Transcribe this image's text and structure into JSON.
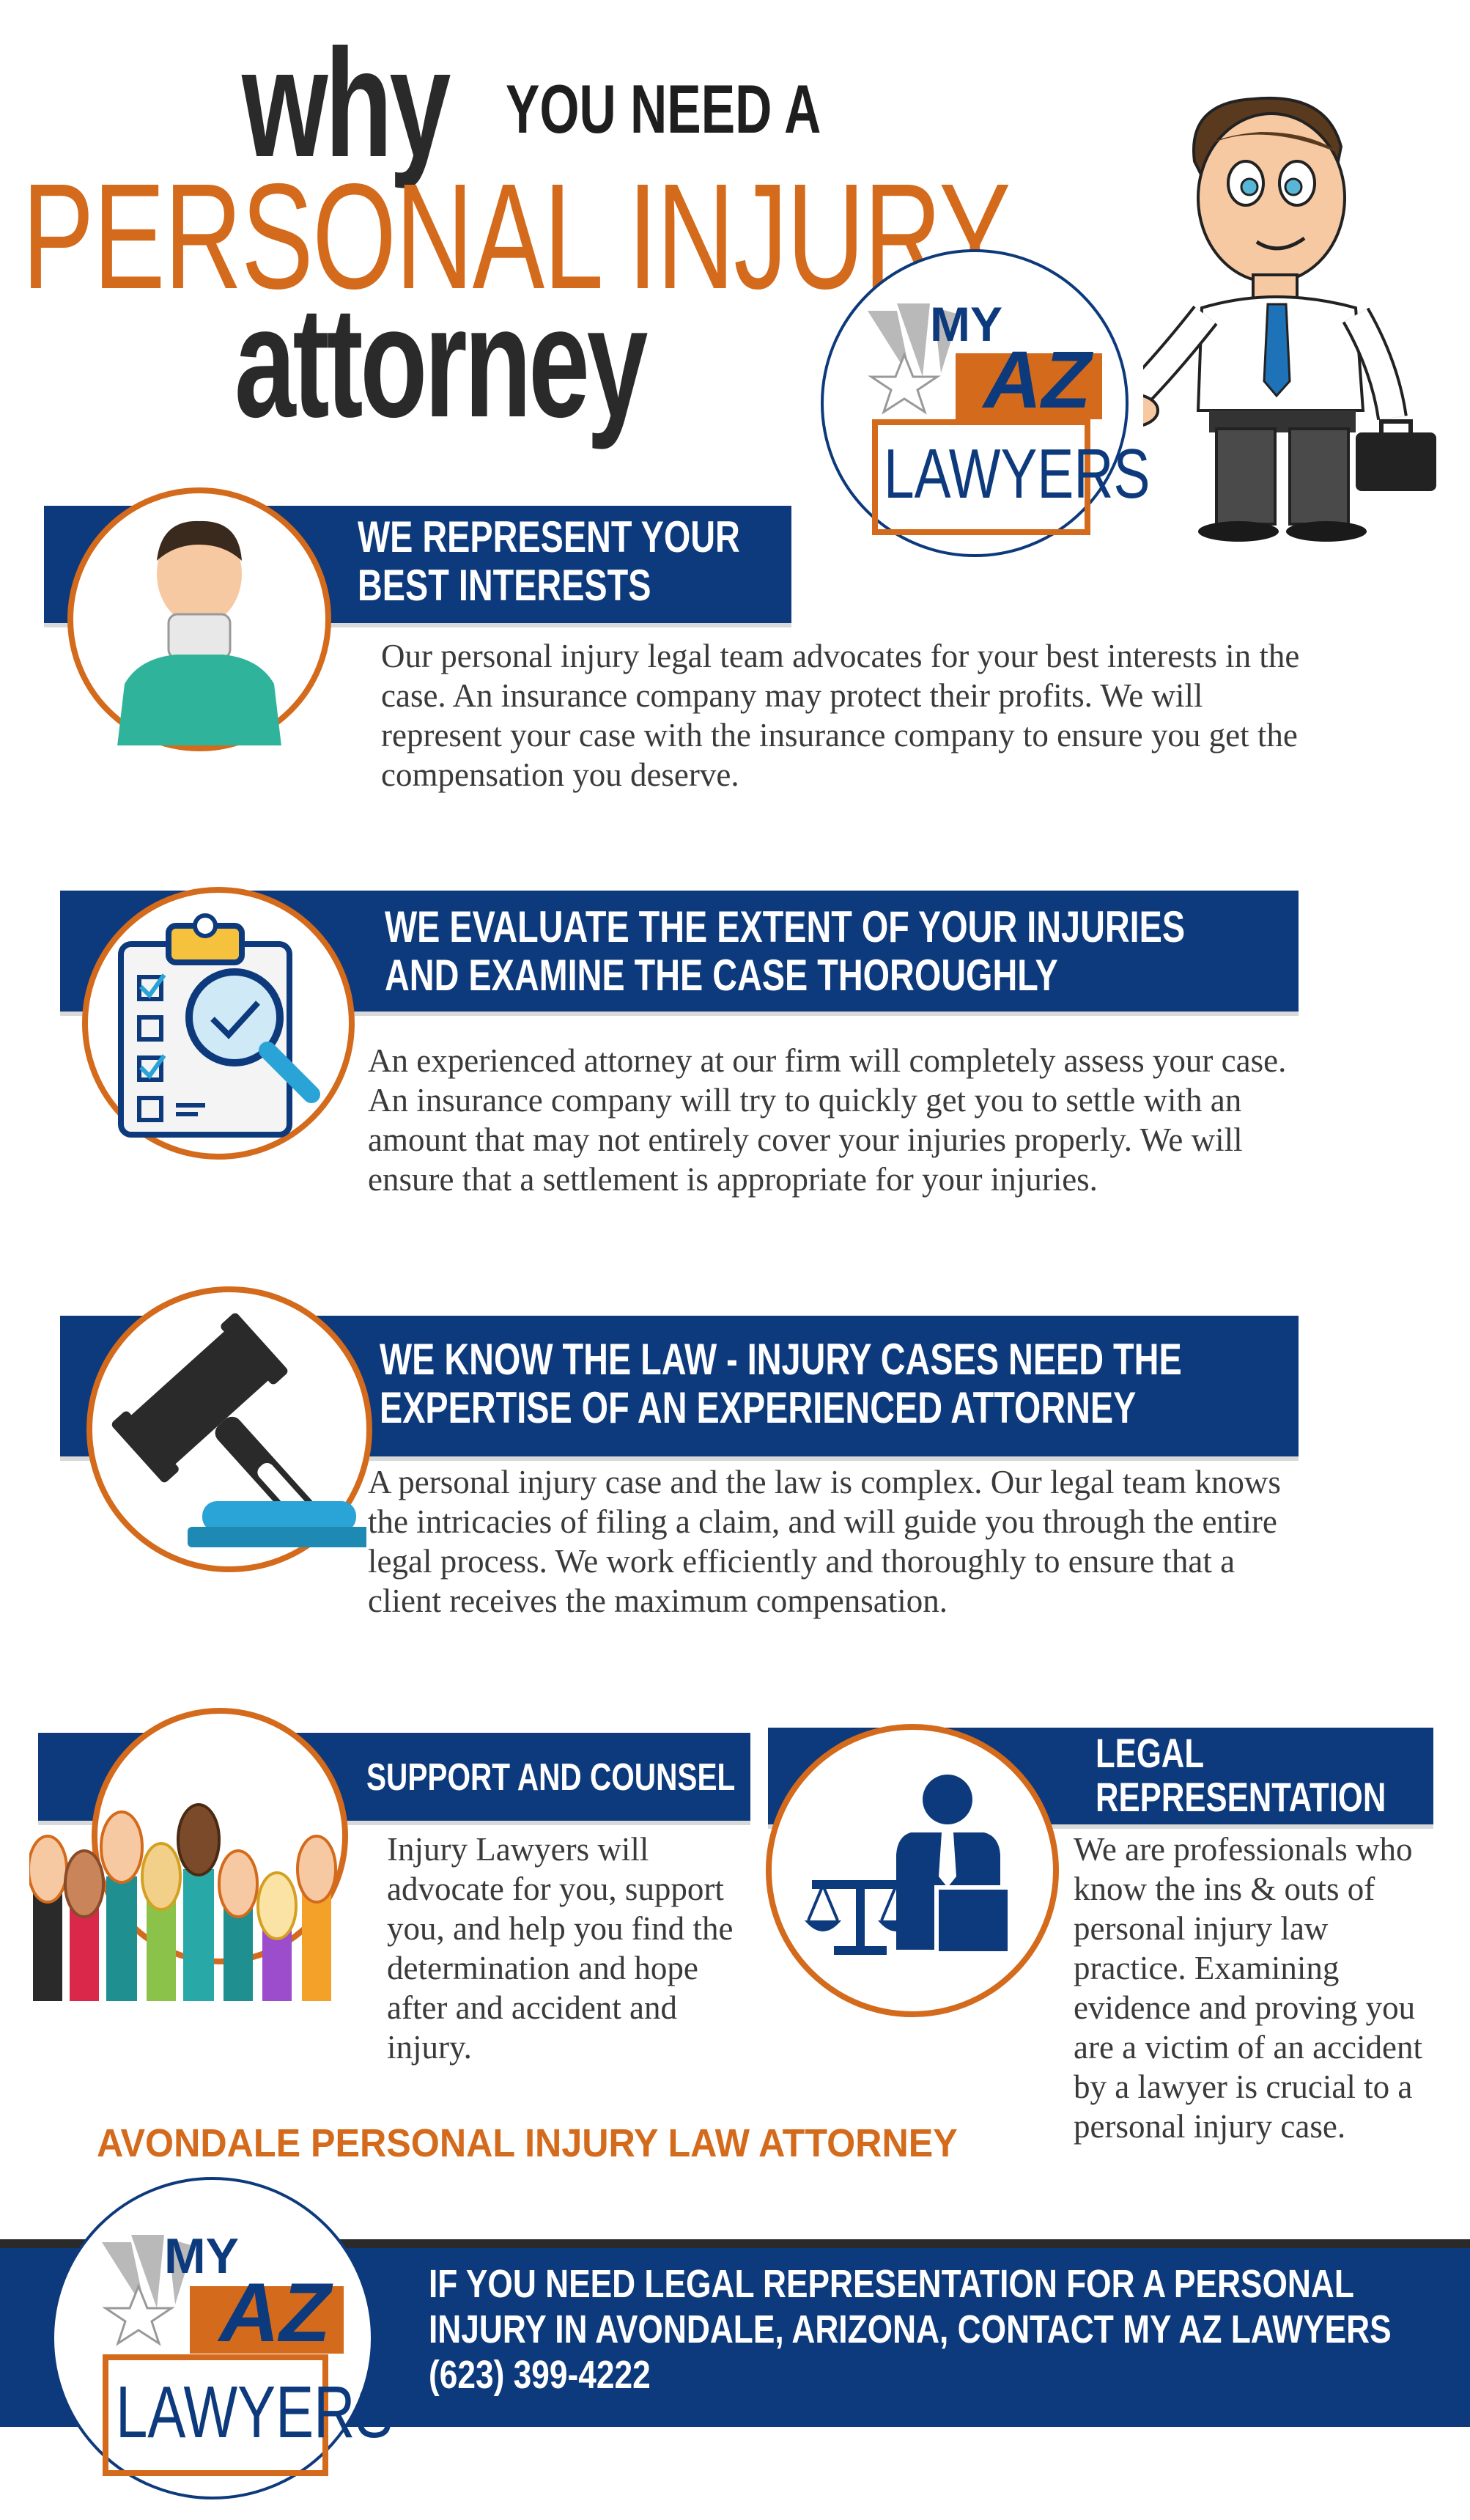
{
  "header": {
    "line1_big": "why",
    "line1_small": "YOU NEED A",
    "line2": "PERSONAL INJURY",
    "line3": "attorney"
  },
  "logo": {
    "top": "MY",
    "az": "AZ",
    "bottom": "LAWYERS"
  },
  "sections": [
    {
      "title_lines": [
        "WE REPRESENT YOUR",
        "BEST INTERESTS"
      ],
      "body": "Our personal injury legal team advocates for your best interests in the case. An insurance company may protect their profits. We will represent your case with the insurance company to ensure you get the compensation you deserve.",
      "icon": "injured-person-neck-brace-icon"
    },
    {
      "title_lines": [
        "WE EVALUATE THE EXTENT OF YOUR INJURIES",
        "AND EXAMINE THE CASE THOROUGHLY"
      ],
      "body": "An experienced attorney at our firm will completely assess your case. An insurance company will try to quickly get you to settle with an amount that may not entirely cover your injuries properly. We will ensure that a settlement is appropriate for your injuries.",
      "icon": "clipboard-magnifier-icon"
    },
    {
      "title_lines": [
        "WE KNOW THE LAW - INJURY CASES NEED THE",
        "EXPERTISE OF AN EXPERIENCED ATTORNEY"
      ],
      "body": "A personal injury case and the law is complex.  Our legal team knows the intricacies of filing a claim, and will guide you through the entire legal process. We work efficiently and thoroughly to ensure that a client receives the maximum compensation.",
      "icon": "gavel-icon"
    }
  ],
  "support": {
    "title": "SUPPORT AND COUNSEL",
    "body": "Injury Lawyers will advocate for you, support you, and help you find the determination and hope after and accident and injury.",
    "icon": "raised-hands-icon"
  },
  "legal": {
    "title_lines": [
      "LEGAL",
      "REPRESENTATION"
    ],
    "body": "We are professionals who know the ins & outs of personal injury law practice. Examining evidence and proving you are a victim of an accident by a lawyer is crucial to a personal injury case.",
    "icon": "lawyer-scales-icon"
  },
  "tagline": "AVONDALE PERSONAL INJURY LAW ATTORNEY",
  "footer": {
    "lines": [
      "IF YOU NEED LEGAL REPRESENTATION FOR A PERSONAL",
      "INJURY IN AVONDALE, ARIZONA, CONTACT MY AZ LAWYERS",
      "(623) 399-4222"
    ]
  },
  "colors": {
    "navy": "#0d3a7c",
    "orange": "#d46a1b",
    "dark": "#2a2a2a"
  }
}
